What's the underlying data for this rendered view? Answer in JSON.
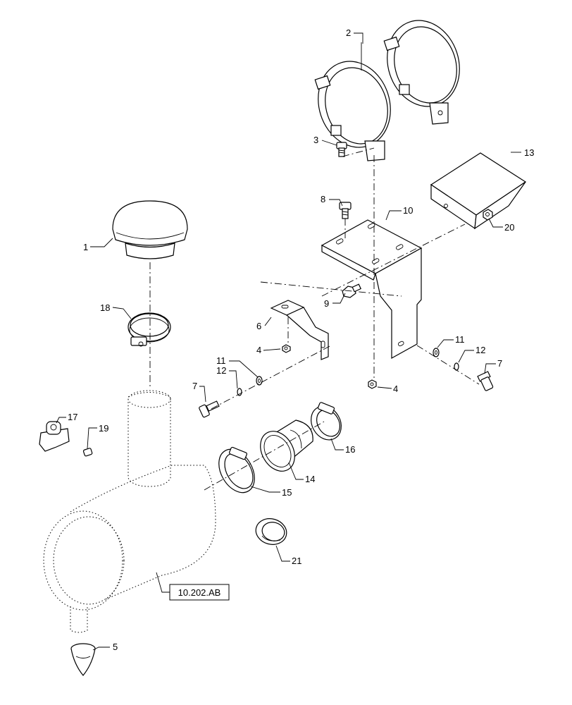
{
  "callouts": [
    {
      "id": "1",
      "text": "1"
    },
    {
      "id": "2",
      "text": "2"
    },
    {
      "id": "3",
      "text": "3"
    },
    {
      "id": "4a",
      "text": "4"
    },
    {
      "id": "4b",
      "text": "4"
    },
    {
      "id": "5",
      "text": "5"
    },
    {
      "id": "6",
      "text": "6"
    },
    {
      "id": "7a",
      "text": "7"
    },
    {
      "id": "7b",
      "text": "7"
    },
    {
      "id": "8",
      "text": "8"
    },
    {
      "id": "9",
      "text": "9"
    },
    {
      "id": "10",
      "text": "10"
    },
    {
      "id": "11a",
      "text": "11"
    },
    {
      "id": "11b",
      "text": "11"
    },
    {
      "id": "12a",
      "text": "12"
    },
    {
      "id": "12b",
      "text": "12"
    },
    {
      "id": "13",
      "text": "13"
    },
    {
      "id": "14",
      "text": "14"
    },
    {
      "id": "15",
      "text": "15"
    },
    {
      "id": "16",
      "text": "16"
    },
    {
      "id": "17",
      "text": "17"
    },
    {
      "id": "18",
      "text": "18"
    },
    {
      "id": "19",
      "text": "19"
    },
    {
      "id": "20",
      "text": "20"
    },
    {
      "id": "21",
      "text": "21"
    }
  ],
  "reference": {
    "text": "10.202.AB"
  }
}
